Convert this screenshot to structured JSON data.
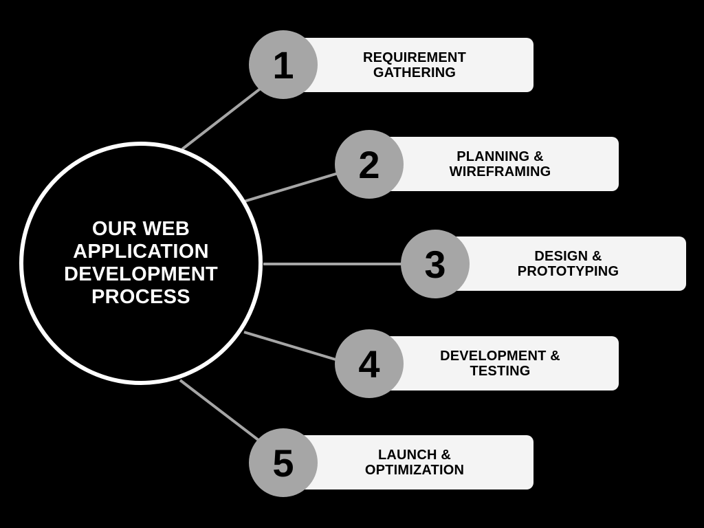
{
  "title": "OUR WEB APPLICATION DEVELOPMENT PROCESS",
  "colors": {
    "background": "#000000",
    "hub_border": "#ffffff",
    "number_circle": "#a6a6a6",
    "box": "#f4f4f4",
    "connector": "#a6a6a6"
  },
  "steps": [
    {
      "number": "1",
      "label": "REQUIREMENT\nGATHERING"
    },
    {
      "number": "2",
      "label": "PLANNING &\nWIREFRAMING"
    },
    {
      "number": "3",
      "label": "DESIGN &\nPROTOTYPING"
    },
    {
      "number": "4",
      "label": "DEVELOPMENT &\nTESTING"
    },
    {
      "number": "5",
      "label": "LAUNCH &\nOPTIMIZATION"
    }
  ]
}
